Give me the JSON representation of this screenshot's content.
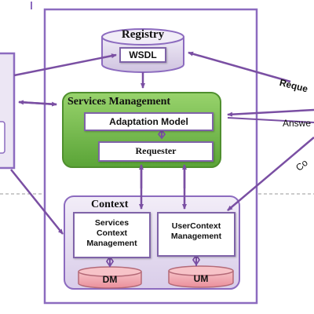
{
  "registry": {
    "title": "Registry",
    "wsdl": "WSDL"
  },
  "services_management": {
    "title": "Services Management",
    "adaptation_model": "Adaptation Model",
    "requester": "Requester"
  },
  "context": {
    "title": "Context",
    "services_context": [
      "Services",
      "Context",
      "Management"
    ],
    "user_context": [
      "UserContext",
      "Management"
    ],
    "dm": "DM",
    "um": "UM"
  },
  "right_labels": {
    "request": "Reque",
    "answer": "Answe",
    "context": "Co"
  },
  "colors": {
    "purple_border": "#8c6bbf",
    "panel_fill": "#ece6f4",
    "green": "#6fb84a",
    "green_dark": "#4f8f2e",
    "db_pink": "#f2a7b0",
    "arrow": "#7a4fa3"
  }
}
